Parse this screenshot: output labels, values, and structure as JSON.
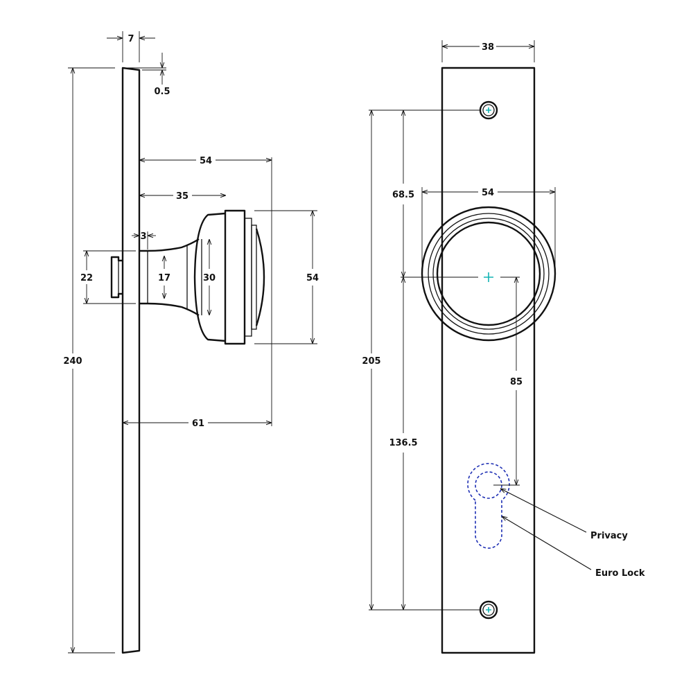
{
  "dimensions": {
    "backplate_thickness": "7",
    "bevel": "0.5",
    "total_height": "240",
    "projection_rose": "54",
    "projection_neck": "35",
    "spindle_offset": "3",
    "spindle_housing": "22",
    "neck_dia": "17",
    "knob_inner_dia": "30",
    "knob_dia_side": "54",
    "projection_total": "61",
    "plate_width": "38",
    "knob_dia_front": "54",
    "screw_to_center": "68.5",
    "screw_spacing": "205",
    "center_to_screw": "136.5",
    "center_to_keyhole": "85"
  },
  "callouts": {
    "privacy": "Privacy",
    "euro_lock": "Euro Lock"
  },
  "colors": {
    "outline": "#111111",
    "centerline": "#12b3b3",
    "hidden_line": "#1c2db3"
  }
}
